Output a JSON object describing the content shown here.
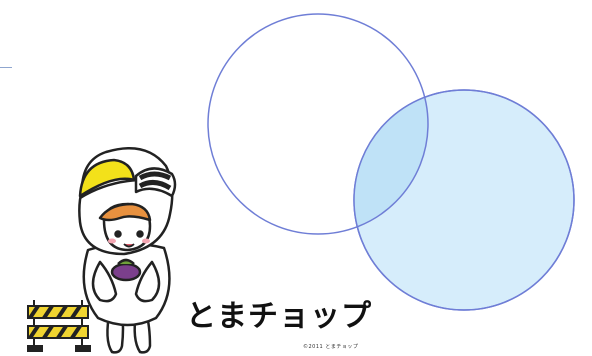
{
  "brand": {
    "name": "とまチョップ",
    "copyright": "©2011 とまチョップ"
  },
  "colors": {
    "circle_stroke": "#6f7ed6",
    "circle_fill": "#d6edfb",
    "overlap_fill": "#bfe2f7",
    "mascot_body": "#ffffff",
    "helmet": "#f3e11a",
    "beak": "#e8913f",
    "barrier": "#f0d430"
  },
  "icons": [
    "venn-diagram",
    "mascot-character",
    "construction-barrier-icon"
  ]
}
